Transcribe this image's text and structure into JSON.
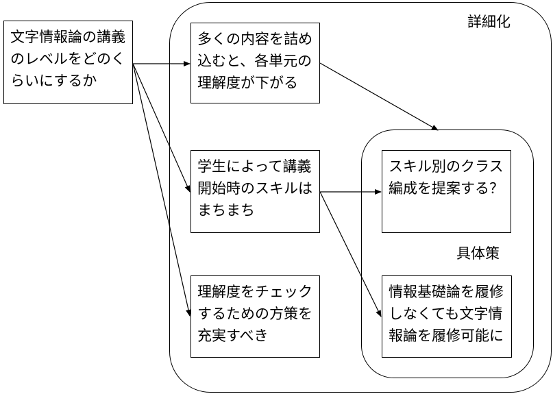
{
  "groups": {
    "outer": {
      "label": "詳細化"
    },
    "inner": {
      "label": "具体策"
    }
  },
  "nodes": {
    "question": "文字情報論の講義のレベルをどのくらいにするか",
    "understanding_drop": "多くの内容を詰め込むと、各単元の理解度が下がる",
    "skill_varies": "学生によって講義開始時のスキルはまちまち",
    "check_method": "理解度をチェックするための方策を充実すべき",
    "skill_classes": "スキル別のクラス編成を提案する？",
    "skip_basics": "情報基礎論を履修しなくても文字情報論を履修可能に"
  }
}
